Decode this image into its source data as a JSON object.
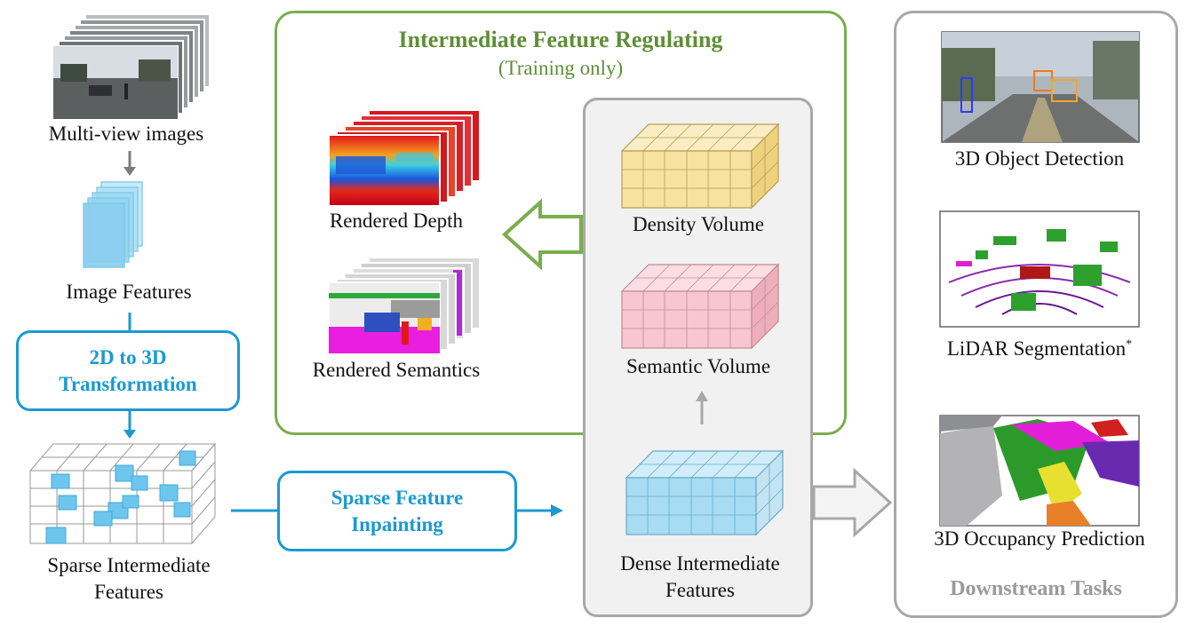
{
  "left_column": {
    "multiview_label": "Multi-view images",
    "image_features_label": "Image Features",
    "transform_box": "2D to 3D Transformation",
    "sparse_label": "Sparse Intermediate Features"
  },
  "middle": {
    "inpainting_box": "Sparse Feature Inpainting",
    "regulating_title": "Intermediate Feature Regulating",
    "regulating_subtitle": "(Training only)",
    "rendered_depth_label": "Rendered Depth",
    "rendered_semantics_label": "Rendered Semantics",
    "density_volume_label": "Density Volume",
    "semantic_volume_label": "Semantic Volume",
    "dense_features_label": "Dense Intermediate Features"
  },
  "downstream": {
    "title": "Downstream Tasks",
    "task1": "3D Object Detection",
    "task2": "LiDAR Segmentation",
    "task2_mark": "*",
    "task3": "3D Occupancy Prediction"
  },
  "colors": {
    "blue_accent": "#1a9ad0",
    "green_accent": "#79ad4d",
    "gray_panel": "#a8a8a8",
    "density_cube": "#f7e2a0",
    "semantic_cube": "#f7c6d0",
    "dense_cube": "#a7dcf3"
  }
}
